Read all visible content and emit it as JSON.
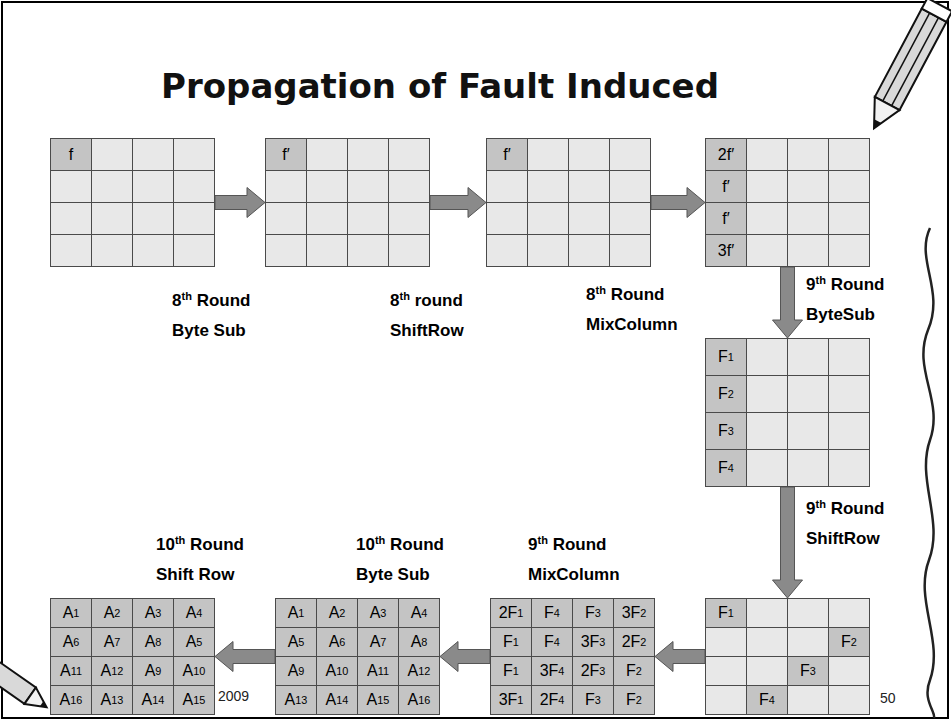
{
  "diagram": {
    "title": "Propagation of Fault Induced",
    "nodes": [
      {
        "text": [
          "f"
        ]
      },
      {
        "text": [
          "f′"
        ]
      },
      {
        "text": [
          "f′"
        ]
      },
      {
        "text": [
          "2f′",
          "f′",
          "f′",
          "3f′"
        ]
      },
      {
        "text": [
          "F1",
          "F2",
          "F3",
          "F4"
        ]
      },
      {
        "text": [
          "F1",
          "F2",
          "F3",
          "F4"
        ]
      },
      {
        "text": [
          "2F1",
          "F4",
          "F3",
          "3F2",
          "F1",
          "F4",
          "3F3",
          "2F2",
          "F1",
          "3F4",
          "2F3",
          "F2",
          "3F1",
          "2F4",
          "F3",
          "F2"
        ]
      },
      {
        "text": [
          "A1",
          "A2",
          "A3",
          "A4",
          "A5",
          "A6",
          "A7",
          "A8",
          "A9",
          "A10",
          "A11",
          "A12",
          "A13",
          "A14",
          "A15",
          "A16"
        ]
      },
      {
        "text": [
          "A1",
          "A2",
          "A3",
          "A4",
          "A6",
          "A7",
          "A8",
          "A5",
          "A11",
          "A12",
          "A9",
          "A10",
          "A16",
          "A13",
          "A14",
          "A15"
        ]
      }
    ],
    "edges": [
      {
        "from": 0,
        "to": 1,
        "arrow": "to",
        "label": "8th Round Byte Sub"
      },
      {
        "from": 1,
        "to": 2,
        "arrow": "to",
        "label": "8th round ShiftRow"
      },
      {
        "from": 2,
        "to": 3,
        "arrow": "to",
        "label": "8th Round MixColumn"
      },
      {
        "from": 3,
        "to": 4,
        "arrow": "to",
        "label": "9th Round ByteSub"
      },
      {
        "from": 4,
        "to": 5,
        "arrow": "to",
        "label": "9th Round ShiftRow"
      },
      {
        "from": 5,
        "to": 6,
        "arrow": "to",
        "label": "9th Round MixColumn"
      },
      {
        "from": 6,
        "to": 7,
        "arrow": "to",
        "label": "10th Round Byte Sub"
      },
      {
        "from": 7,
        "to": 8,
        "arrow": "to",
        "label": "10th Round Shift Row"
      }
    ],
    "labels": [
      "2009",
      "50"
    ]
  }
}
